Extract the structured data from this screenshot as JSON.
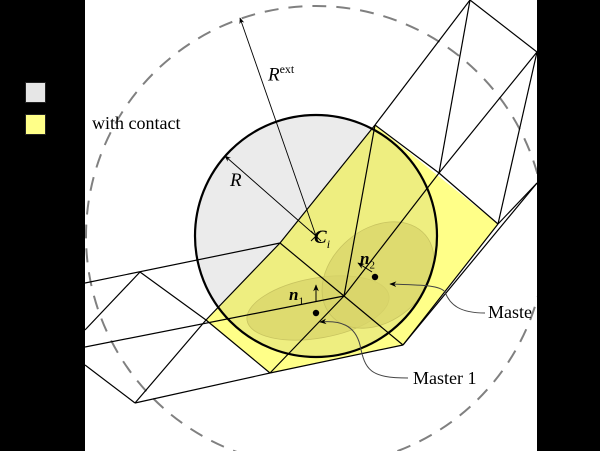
{
  "legend": {
    "items": [
      {
        "label": "",
        "color": "#e6e6e6"
      },
      {
        "label": "with contact",
        "color": "#ffff88"
      }
    ]
  },
  "labels": {
    "r_ext": "R",
    "r_ext_sup": "ext",
    "r": "R",
    "center": "C",
    "center_sub": "i",
    "n1": "n",
    "n1_sub": "1",
    "n2": "n",
    "n2_sub": "2",
    "master1": "Master 1",
    "master2": "Maste"
  },
  "colors": {
    "sphere_fill": "#ebebeb",
    "contact_fill": "#ffff88",
    "contact_overlap": "#eeee80",
    "ellipse_fill": "#d8d46a",
    "dashed_circle": "#808080",
    "mesh_stroke": "#000000"
  }
}
